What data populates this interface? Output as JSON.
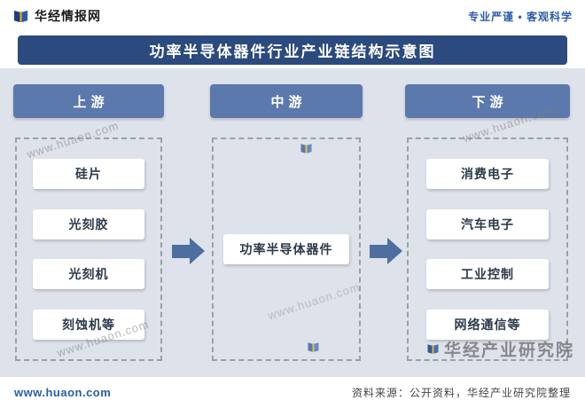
{
  "topbar": {
    "brand": "华经情报网",
    "slogan": "专业严谨 • 客观科学"
  },
  "title": "功率半导体器件行业产业链结构示意图",
  "diagram": {
    "columns": [
      {
        "header": "上游",
        "items": [
          "硅片",
          "光刻胶",
          "光刻机",
          "刻蚀机等"
        ]
      },
      {
        "header": "中游",
        "items": [
          "功率半导体器件"
        ]
      },
      {
        "header": "下游",
        "items": [
          "消费电子",
          "汽车电子",
          "工业控制",
          "网络通信等"
        ]
      }
    ],
    "arrow_icon": "right-block-arrow"
  },
  "watermark": {
    "diagonal_text": "www.huaon.com",
    "brand_text": "华经产业研究院"
  },
  "footer": {
    "site": "www.huaon.com",
    "source": "资料来源：公开资料，华经产业研究院整理"
  },
  "colors": {
    "title_bg": "#2b4a7e",
    "column_header_bg": "#5b79ac",
    "panel_bg": "#dde2eb",
    "arrow": "#4d6e9e",
    "accent_blue": "#2a5caa",
    "item_bg": "#ffffff"
  }
}
